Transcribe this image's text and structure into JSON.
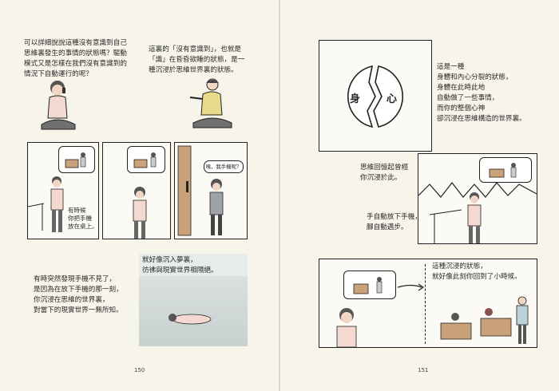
{
  "left_page": {
    "intro_text": "可以詳細說說這種沒有意識到自己\n思維裏發生的事情的狀態嗎？驅動\n模式又是怎樣在我們沒有意識到的\n情況下自動運行的呢？",
    "answer_text": "這裏的「沒有意識到」，也就是\n「識」在昏昏欲睡的狀態，是一\n種沉浸於思維世界裏的狀態。",
    "label_phone": "有時候\n你把手機\n放在桌上。",
    "speech_phone": "咦，我手機呢？",
    "lost_phone_text": "有時突然發現手機不見了，\n是因為在放下手機的那一刻，\n你沉浸在思維的世界裏，\n對當下的現實世界一無所知。",
    "dream_text": "就好像沉入夢裏，\n彷彿與現實世界相隔絕。",
    "page_number": "150"
  },
  "right_page": {
    "body_char": "身",
    "mind_char": "心",
    "split_text": "這是一種\n身體和內心分裂的狀態，\n身體在此時此地\n自動做了一些事情，\n而你的整個心神\n卻沉浸在思維構造的世界裏。",
    "thought_text": "思維回憶起曾經\n你沉浸於此。",
    "hand_text": "手自動放下手機，\n腳自動邁步。",
    "past_text": "這種沉浸的狀態，\n就好像此刻你回到了小時候。",
    "page_number": "151"
  }
}
